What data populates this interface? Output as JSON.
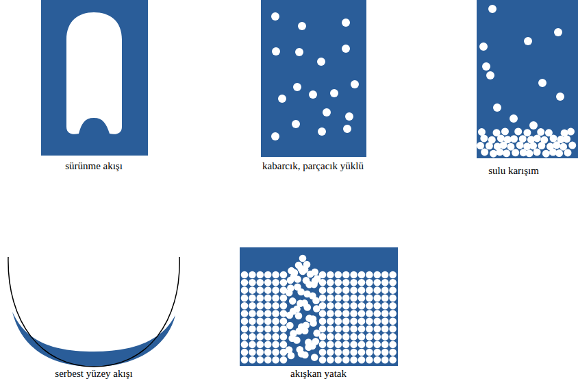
{
  "diagram": {
    "nodes": [
      {
        "text": [
          "sürünme akışı"
        ]
      },
      {
        "text": [
          "kabarcık, parçacık yüklü"
        ]
      },
      {
        "text": [
          "sulu karışım"
        ]
      },
      {
        "text": [
          "serbest yüzey akışı"
        ]
      },
      {
        "text": [
          "akışkan yatak"
        ]
      }
    ]
  }
}
